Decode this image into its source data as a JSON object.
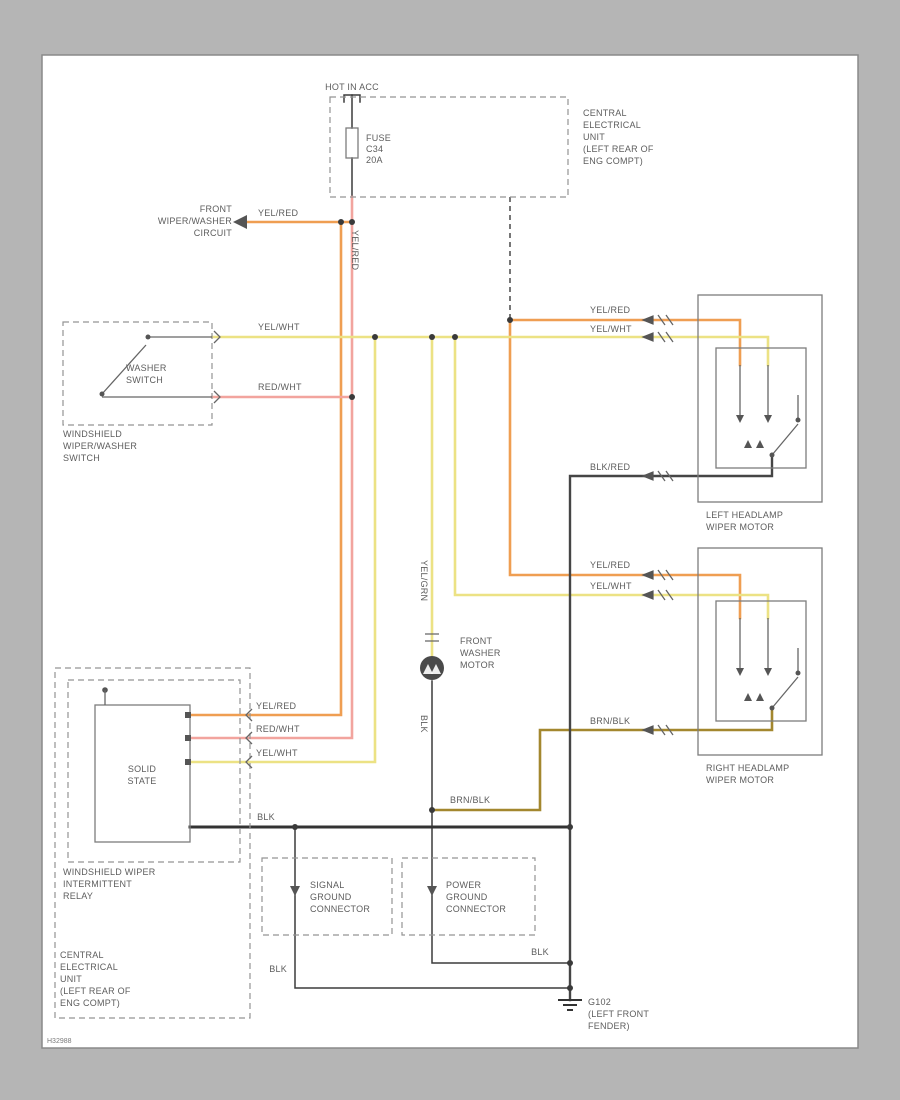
{
  "colors": {
    "yel_red": "#ef9e52",
    "yel_wht": "#ece284",
    "red_wht": "#f2a49e",
    "brn_blk": "#a3872e",
    "blk": "#3c3c3c",
    "blk_red": "#454545",
    "page_bg": "#b5b5b5",
    "panel_bg": "#ffffff",
    "text": "#5d5d5d"
  },
  "top": {
    "hot_in_acc": "HOT IN ACC",
    "fuse": {
      "l1": "FUSE",
      "l2": "C34",
      "l3": "20A"
    },
    "ceu": [
      "CENTRAL",
      "ELECTRICAL",
      "UNIT",
      "(LEFT REAR OF",
      "ENG COMPT)"
    ],
    "front_circuit": [
      "FRONT",
      "WIPER/WASHER",
      "CIRCUIT"
    ]
  },
  "washer_switch": {
    "label": [
      "WASHER",
      "SWITCH"
    ],
    "caption": [
      "WINDSHIELD",
      "WIPER/WASHER",
      "SWITCH"
    ]
  },
  "left_motor": {
    "caption": [
      "LEFT HEADLAMP",
      "WIPER MOTOR"
    ]
  },
  "right_motor": {
    "caption": [
      "RIGHT HEADLAMP",
      "WIPER MOTOR"
    ]
  },
  "washer_motor": {
    "caption": [
      "FRONT",
      "WASHER",
      "MOTOR"
    ]
  },
  "relay": {
    "solid_state": [
      "SOLID",
      "STATE"
    ],
    "caption": [
      "WINDSHIELD WIPER",
      "INTERMITTENT",
      "RELAY"
    ],
    "ceu": [
      "CENTRAL",
      "ELECTRICAL",
      "UNIT",
      "(LEFT REAR OF",
      "ENG COMPT)"
    ]
  },
  "grounds": {
    "signal": [
      "SIGNAL",
      "GROUND",
      "CONNECTOR"
    ],
    "power": [
      "POWER",
      "GROUND",
      "CONNECTOR"
    ],
    "g102": [
      "G102",
      "(LEFT FRONT",
      "FENDER)"
    ]
  },
  "wire_labels": {
    "arrow_yel_red": "YEL/RED",
    "vert_yel_red": "YEL/RED",
    "sw_yel_wht": "YEL/WHT",
    "sw_red_wht": "RED/WHT",
    "lm_yel_red": "YEL/RED",
    "lm_yel_wht": "YEL/WHT",
    "lm_blk_red": "BLK/RED",
    "rm_yel_red": "YEL/RED",
    "rm_yel_wht": "YEL/WHT",
    "rm_brn_blk": "BRN/BLK",
    "wm_yel_grn": "YEL/GRN",
    "wm_blk": "BLK",
    "mid_brn_blk": "BRN/BLK",
    "relay_yel_red": "YEL/RED",
    "relay_red_wht": "RED/WHT",
    "relay_yel_wht": "YEL/WHT",
    "relay_blk": "BLK",
    "sig_blk": "BLK",
    "pow_blk": "BLK"
  },
  "figure_code": "H32988"
}
